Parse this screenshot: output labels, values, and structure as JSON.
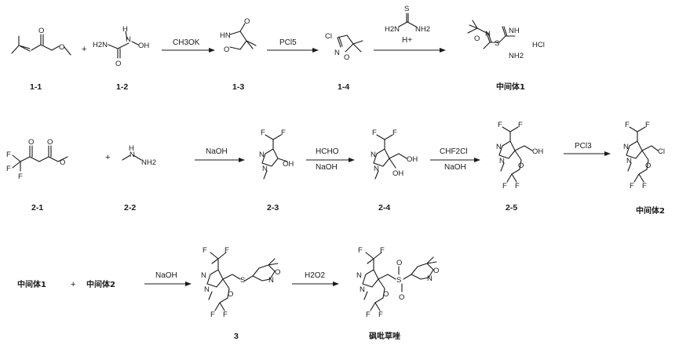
{
  "row1": {
    "plus": "+",
    "reagents": {
      "a1": "CH3OK",
      "a2": "PCl5",
      "a3_top": "S",
      "a3_nh2_left": "H2N",
      "a3_nh2_right": "NH2",
      "a3_acid": "H+"
    },
    "labels": {
      "c1": "1-1",
      "c2": "1-2",
      "c3": "1-3",
      "c4": "1-4",
      "c5": "中间体1"
    },
    "atoms": {
      "c1_o1": "O",
      "c1_o2": "O",
      "c2_h2n": "H2N",
      "c2_o": "O",
      "c2_nh": "NH",
      "c2_h": "H",
      "c2_n": "N",
      "c2_oh": "OH",
      "c3_hn": "HN",
      "c3_o_ring": "O",
      "c3_o": "O",
      "c4_cl": "Cl",
      "c4_n": "N",
      "c4_o": "O",
      "c5_o": "O",
      "c5_n": "N",
      "c5_s": "S",
      "c5_nh": "NH",
      "c5_nh2": "NH2",
      "c5_hcl": "HCl"
    }
  },
  "row2": {
    "plus": "+",
    "reagents": {
      "b1": "NaOH",
      "b2_top": "HCHO",
      "b2_bot": "NaOH",
      "b3_top": "CHF2Cl",
      "b3_bot": "NaOH",
      "b4": "PCl3"
    },
    "labels": {
      "c1": "2-1",
      "c2": "2-2",
      "c3": "2-3",
      "c4": "2-4",
      "c5": "2-5",
      "c6": "中间体2"
    },
    "atoms": {
      "f": "F",
      "o": "O",
      "n": "N",
      "h": "H",
      "nh2": "NH2",
      "oh": "OH",
      "cl": "Cl"
    }
  },
  "row3": {
    "left_a": "中间体1",
    "plus": "+",
    "left_b": "中间体2",
    "reagents": {
      "c1": "NaOH",
      "c2": "H2O2"
    },
    "labels": {
      "c1": "3",
      "c2": "砜吡草唑"
    },
    "atoms": {
      "f": "F",
      "o": "O",
      "n": "N",
      "s": "S"
    }
  }
}
